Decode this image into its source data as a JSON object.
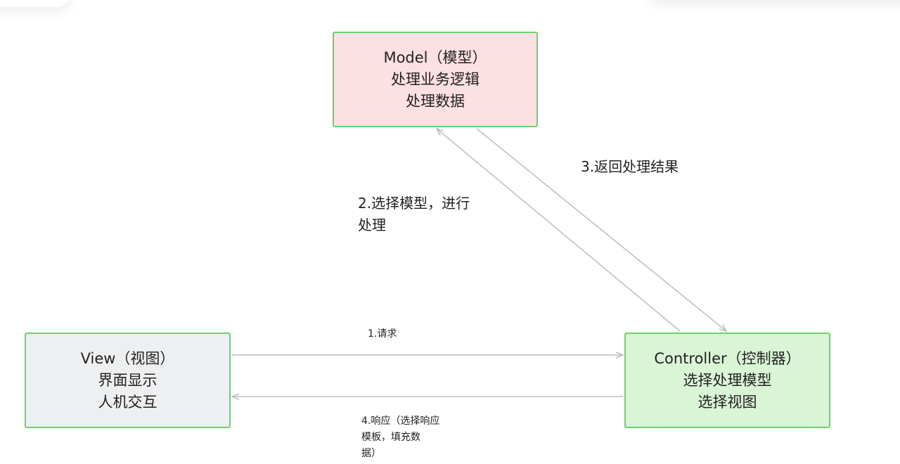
{
  "diagram": {
    "title": "MVC",
    "nodes": {
      "model": {
        "lines": [
          "Model（模型）",
          "处理业务逻辑",
          "处理数据"
        ]
      },
      "view": {
        "lines": [
          "View（视图）",
          "界面显示",
          "人机交互"
        ]
      },
      "controller": {
        "lines": [
          "Controller（控制器）",
          "选择处理模型",
          "选择视图"
        ]
      }
    },
    "edges": {
      "request": {
        "from": "view",
        "to": "controller",
        "label_lines": [
          "1.请求"
        ]
      },
      "select_model": {
        "from": "controller",
        "to": "model",
        "label_lines": [
          "2.选择模型，进行",
          "处理"
        ]
      },
      "return_result": {
        "from": "model",
        "to": "controller",
        "label_lines": [
          "3.返回处理结果"
        ]
      },
      "response": {
        "from": "controller",
        "to": "view",
        "label_lines": [
          "4.响应（选择响应",
          "模板，填充数",
          "据）"
        ]
      }
    },
    "colors": {
      "border": "#6ad36a",
      "model_fill": "#fde0e2",
      "view_fill": "#eeeff1",
      "controller_fill": "#d9f5d6",
      "arrow": "#bdbdbd",
      "text": "#222222"
    }
  }
}
